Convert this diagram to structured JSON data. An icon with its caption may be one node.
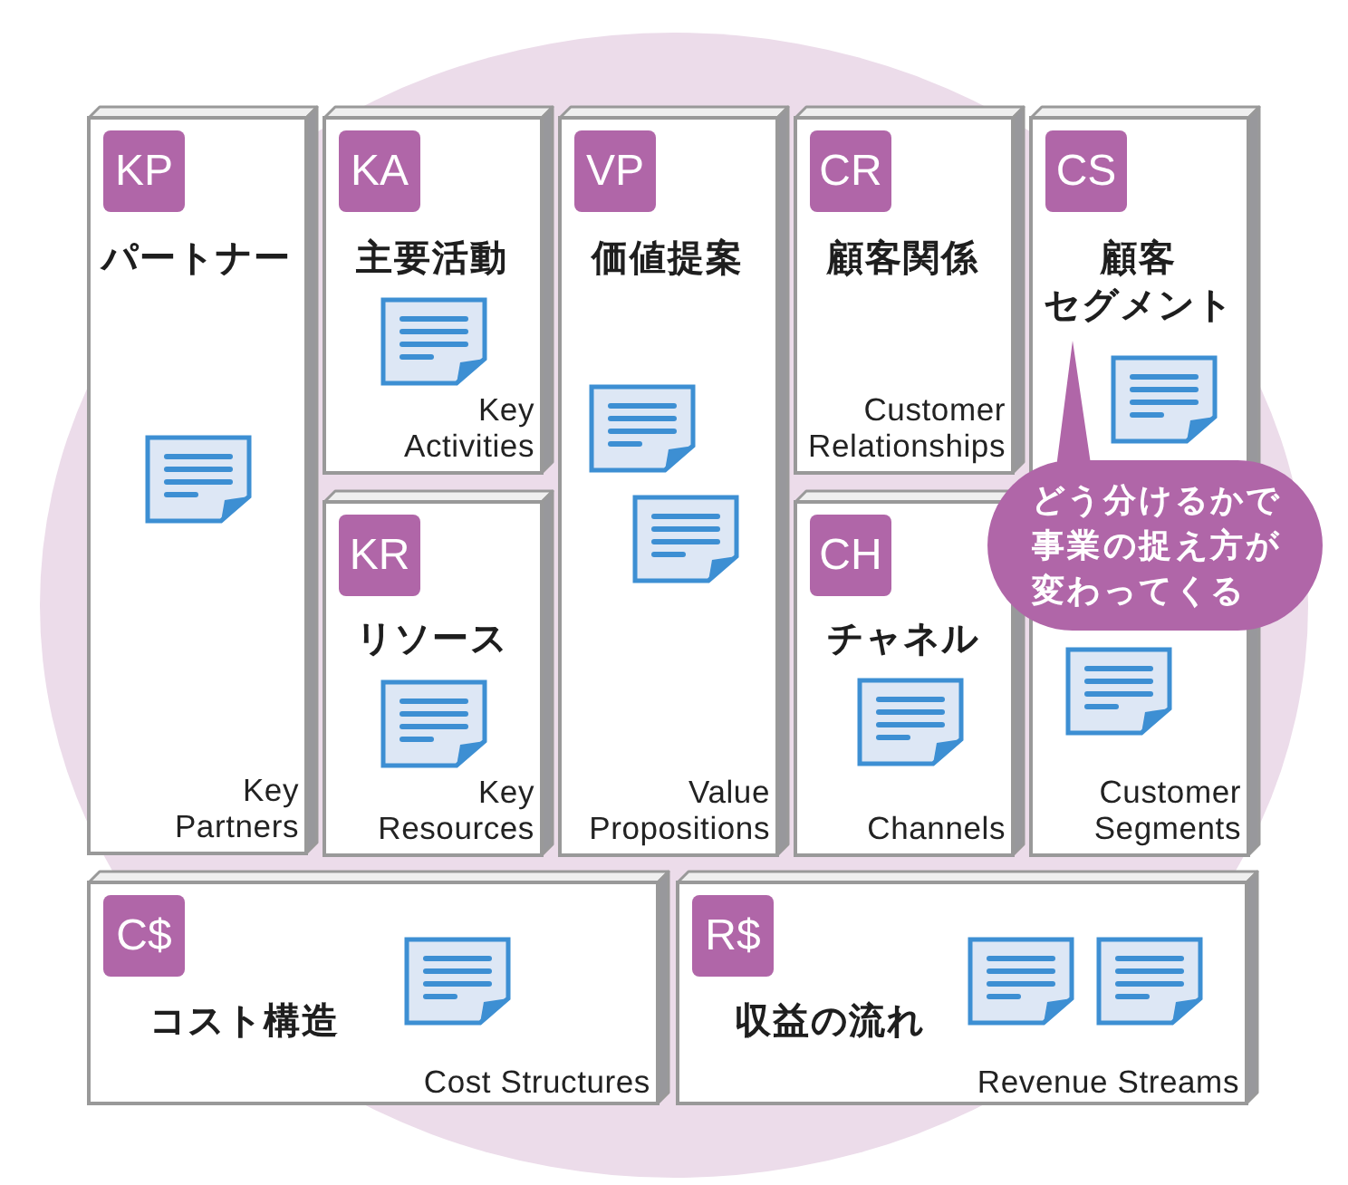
{
  "diagram": {
    "nodes": [
      {
        "text": [
          "パートナー",
          "Key Partners"
        ]
      },
      {
        "text": [
          "KP"
        ],
        "in": 0
      },
      {
        "text": [
          "主要活動",
          "Key Activities"
        ]
      },
      {
        "text": [
          "KA"
        ],
        "in": 2
      },
      {
        "text": [
          "リソース",
          "Key Resources"
        ]
      },
      {
        "text": [
          "KR"
        ],
        "in": 4
      },
      {
        "text": [
          "価値提案",
          "Value Propositions"
        ]
      },
      {
        "text": [
          "VP"
        ],
        "in": 6
      },
      {
        "text": [
          "顧客関係",
          "Customer Relationships"
        ]
      },
      {
        "text": [
          "CR"
        ],
        "in": 8
      },
      {
        "text": [
          "チャネル",
          "Channels"
        ]
      },
      {
        "text": [
          "CH"
        ],
        "in": 10
      },
      {
        "text": [
          "顧客セグメント",
          "Customer Segments"
        ]
      },
      {
        "text": [
          "CS"
        ],
        "in": 12
      },
      {
        "text": [
          "どう分けるかで事業の捉え方が変わってくる"
        ]
      },
      {
        "text": [
          "コスト構造",
          "Cost Structures"
        ]
      },
      {
        "text": [
          "C$"
        ],
        "in": 15
      },
      {
        "text": [
          "収益の流れ",
          "Revenue Streams"
        ]
      },
      {
        "text": [
          "R$"
        ],
        "in": 17
      }
    ]
  }
}
